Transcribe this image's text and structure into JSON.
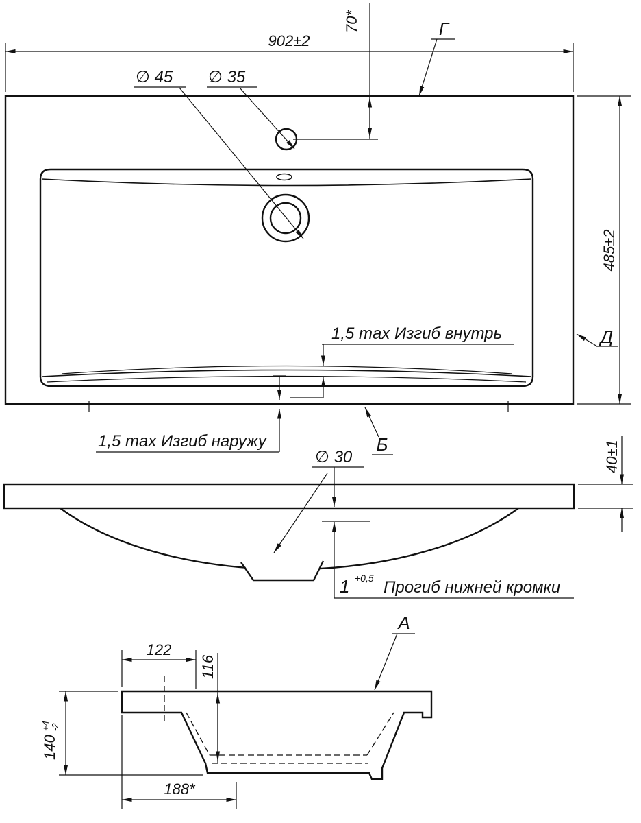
{
  "drawing": {
    "top_view": {
      "width_dim": "902±2",
      "height_dim": "485±2",
      "faucet_offset_dim": "70*",
      "drain_dia": "∅ 45",
      "faucet_dia": "∅ 35",
      "bend_in_note": "1,5 max Изгиб внутрь",
      "bend_out_note": "1,5 max Изгиб наружу",
      "label_g": "Г",
      "label_d": "Д",
      "label_b": "Б"
    },
    "front_view": {
      "drain_dia": "∅ 30",
      "thickness_dim": "40±1",
      "sag_value": "1",
      "sag_tol": "+0,5",
      "sag_note": "Прогиб нижней кромки"
    },
    "section_view": {
      "label_a": "А",
      "ledge_dim": "122",
      "depth_dim": "116",
      "height_dim": "140",
      "height_tol_plus": "+4",
      "height_tol_minus": "-2",
      "drain_offset_dim": "188*"
    }
  }
}
